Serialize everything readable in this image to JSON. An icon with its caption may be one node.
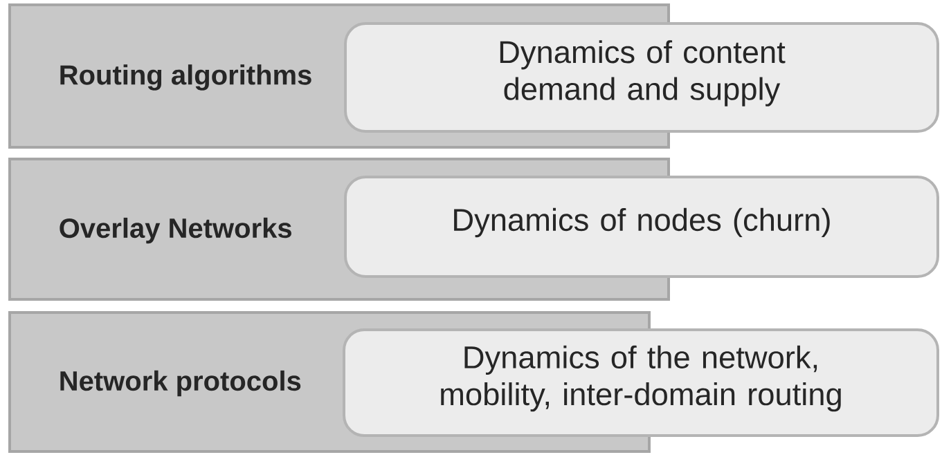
{
  "diagram": {
    "nodes": [
      {
        "text": [
          "Routing algorithms"
        ]
      },
      {
        "text": [
          "Dynamics of content demand and supply"
        ]
      },
      {
        "text": [
          "Overlay Networks"
        ]
      },
      {
        "text": [
          "Dynamics of nodes (churn)"
        ]
      },
      {
        "text": [
          "Network protocols"
        ]
      },
      {
        "text": [
          "Dynamics of the network, mobility, inter-domain routing"
        ]
      }
    ]
  }
}
